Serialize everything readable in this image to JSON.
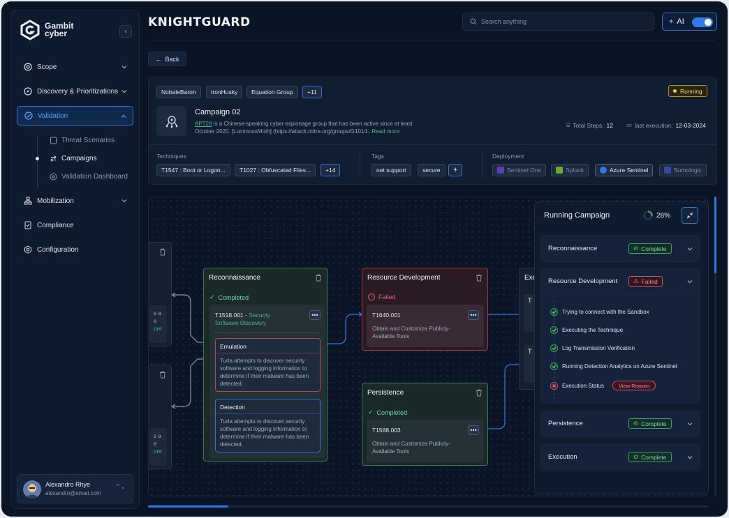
{
  "brand": {
    "logo_line1": "Gambit",
    "logo_line2": "cyber",
    "product": "KNIGHTGUARD"
  },
  "sidebar": {
    "items": [
      {
        "label": "Scope"
      },
      {
        "label": "Discovery & Prioritizations"
      },
      {
        "label": "Validation"
      },
      {
        "label": "Mobilization"
      },
      {
        "label": "Compliance"
      },
      {
        "label": "Configuration"
      }
    ],
    "sub_items": [
      {
        "label": "Threat Scenarios"
      },
      {
        "label": "Campaigns"
      },
      {
        "label": "Validation Dashboard"
      }
    ],
    "user": {
      "name": "Alexandro Rhye",
      "email": "alexandro@email.com"
    }
  },
  "search": {
    "placeholder": "Search anything"
  },
  "ai": {
    "label": "AI"
  },
  "back_label": "Back",
  "campaign": {
    "groups": [
      "NobaleBaron",
      "IronHusky",
      "Equation Group",
      "+11"
    ],
    "status": "Running",
    "title": "Campaign 02",
    "desc_link": "APT28",
    "desc_line1": " is a Chinese-speaking cyber espionage group that has been active since at least",
    "desc_line2": "October 2020. [LuminousMoth] (https://attack.mitre.org/groups/G1014...",
    "read_more": "Read more",
    "total_steps_label": "Total Steps:",
    "total_steps": "12",
    "last_exec_label": "last execution:",
    "last_exec": "12-03-2024",
    "techniques_label": "Techniques",
    "techniques": [
      "T1547 : Boot or Logon...",
      "T1027 : Obfuscated Files...",
      "+14"
    ],
    "tags_label": "Tags",
    "tags": [
      "net support",
      "secure",
      "+"
    ],
    "deployment_label": "Deployment",
    "deployments": [
      "Sentinel One",
      "Splunk",
      "Azure Sentinel",
      "Sumologic"
    ]
  },
  "flow": {
    "partial_left": {
      "l1": "s a",
      "l2": "e",
      "l3": "ore",
      "l4": "s a",
      "l5": "e",
      "l6": "ore"
    },
    "recon": {
      "title": "Reconnaissance",
      "status": "Completed",
      "tid": "T1518.001 - ",
      "tname1": "Security",
      "tname2": "Software Discovery",
      "emulation_title": "Emulation",
      "emulation_desc": "Turla attempts to discover security software and logging information to determine if their malware has been detected.",
      "detection_title": "Detection",
      "detection_desc": "Turla attempts to discover security software and logging information to determine if their malware has been detected."
    },
    "resdev": {
      "title": "Resource Development",
      "status": "Failed",
      "tid": "T1640.001",
      "desc": "Obtain and Customize Publicly-Available Tools"
    },
    "persist": {
      "title": "Persistence",
      "status": "Completed",
      "tid": "T1588.003",
      "desc": "Obtain and Customize Publicly-Available Tools"
    },
    "exec_partial": {
      "title": "Exe",
      "t1": "T",
      "t2": "T"
    }
  },
  "panel": {
    "title": "Running Campaign",
    "percent": "28%",
    "progress": 0.28,
    "steps": [
      {
        "name": "Reconnaissance",
        "badge": "Complete"
      },
      {
        "name": "Resource Development",
        "badge": "Failed"
      },
      {
        "name": "Persistence",
        "badge": "Complete"
      },
      {
        "name": "Execution",
        "badge": "Complete"
      }
    ],
    "sub_steps": [
      "Trying to connect with the Sandbox",
      "Executing the Technique",
      "Log Transmission Verification",
      "Running Detection Analytics on Azure Sentinel",
      "Execution Status"
    ],
    "view_reason": "View Reason"
  },
  "colors": {
    "accent": "#2f7be5",
    "success": "#3f9e6e",
    "danger": "#c5566a",
    "warning": "#f2c94c"
  }
}
